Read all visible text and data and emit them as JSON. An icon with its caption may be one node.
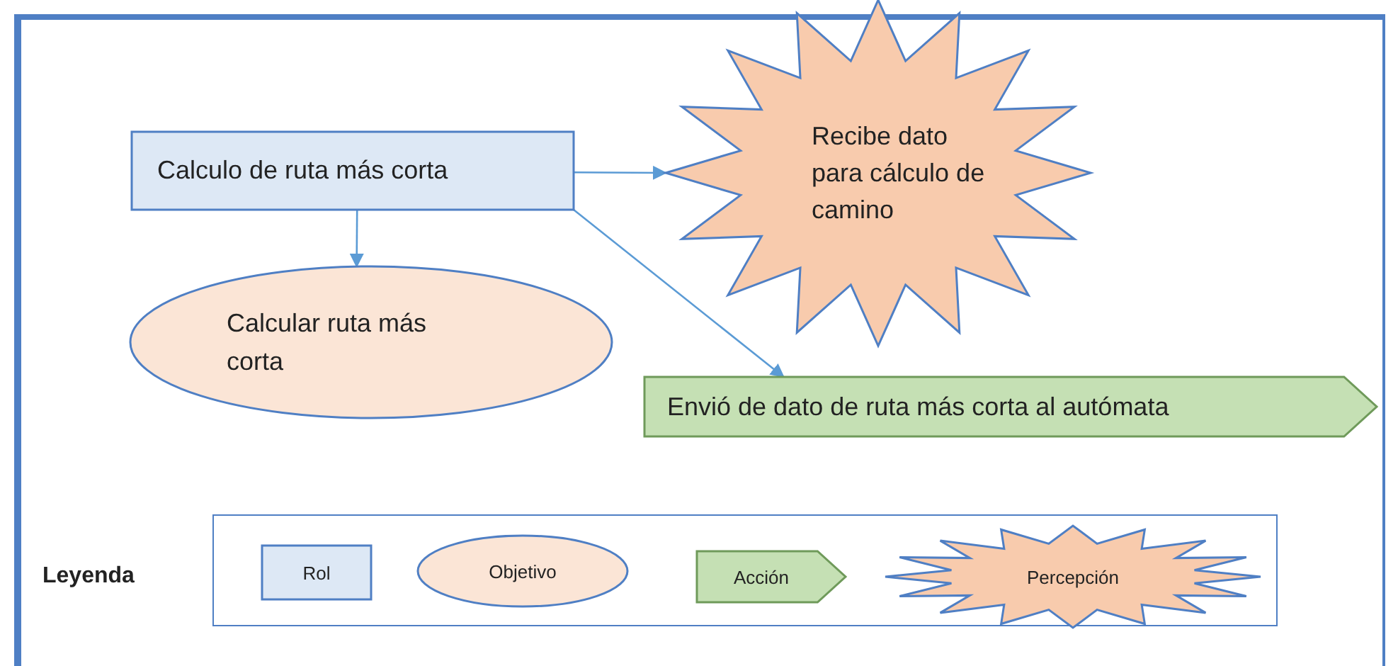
{
  "diagram": {
    "nodes": [
      {
        "text": [
          "Calculo de ruta más corta"
        ]
      },
      {
        "text": [
          "Recibe dato para cálculo de camino"
        ]
      },
      {
        "text": [
          "Calcular ruta más corta"
        ]
      },
      {
        "text": [
          "Envió de dato de ruta más corta al autómata"
        ]
      }
    ],
    "edges": [
      {
        "from": 0,
        "to": 1,
        "arrow": "to"
      },
      {
        "from": 0,
        "to": 2,
        "arrow": "to"
      },
      {
        "from": 0,
        "to": 3,
        "arrow": "to"
      }
    ],
    "labels": [
      "Leyenda"
    ],
    "legend": [
      {
        "text": "Rol"
      },
      {
        "text": "Objetivo"
      },
      {
        "text": "Acción"
      },
      {
        "text": "Percepción"
      }
    ]
  }
}
